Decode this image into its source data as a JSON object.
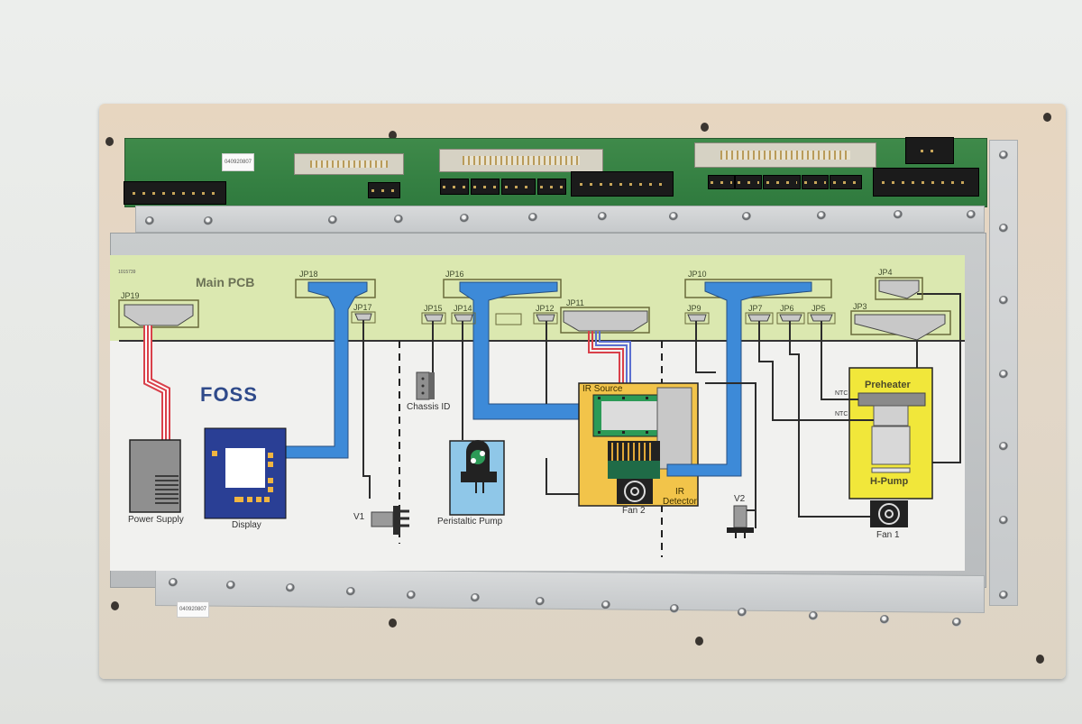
{
  "scene": {
    "description": "Photograph of a FOSS instrument main PCB assembly mounted on a metal plate with a printed wiring diagram overlay",
    "background_color": "#e6e8e5",
    "plate_color": "#e2d7c8",
    "pcb_color": "#2f7a3e"
  },
  "stickers": {
    "pcb_serial": "040920807",
    "plate_serial": "040920807"
  },
  "diagram": {
    "part_number": "1015739",
    "title": "Main PCB",
    "brand": "FOSS",
    "colors": {
      "header_band": "#dbe8b0",
      "body": "#f1f1ef",
      "ribbon_blue": "#3d8ad8",
      "wire_dark": "#2c2c2c",
      "display_blue": "#2a3f95",
      "pump_box": "#8fc7e8",
      "ir_box": "#f2c44a",
      "preheater_box": "#f1e73a",
      "pcb_green": "#2c9a57"
    },
    "connectors": [
      {
        "id": "JP19",
        "label": "JP19"
      },
      {
        "id": "JP18",
        "label": "JP18"
      },
      {
        "id": "JP17",
        "label": "JP17"
      },
      {
        "id": "JP16",
        "label": "JP16"
      },
      {
        "id": "JP15",
        "label": "JP15"
      },
      {
        "id": "JP14",
        "label": "JP14"
      },
      {
        "id": "JP12",
        "label": "JP12"
      },
      {
        "id": "JP11",
        "label": "JP11"
      },
      {
        "id": "JP10",
        "label": "JP10"
      },
      {
        "id": "JP9",
        "label": "JP9"
      },
      {
        "id": "JP7",
        "label": "JP7"
      },
      {
        "id": "JP6",
        "label": "JP6"
      },
      {
        "id": "JP5",
        "label": "JP5"
      },
      {
        "id": "JP4",
        "label": "JP4"
      },
      {
        "id": "JP3",
        "label": "JP3"
      }
    ],
    "components": {
      "power_supply": "Power Supply",
      "display": "Display",
      "v1": "V1",
      "chassis_id": "Chassis ID",
      "peristaltic_pump": "Peristaltic Pump",
      "ir_source": "IR Source",
      "ir_detector_line1": "IR",
      "ir_detector_line2": "Detector",
      "fan2": "Fan 2",
      "v2": "V2",
      "preheater": "Preheater",
      "h_pump": "H-Pump",
      "ntc_1": "NTC",
      "ntc_2": "NTC",
      "fan1": "Fan 1"
    }
  }
}
